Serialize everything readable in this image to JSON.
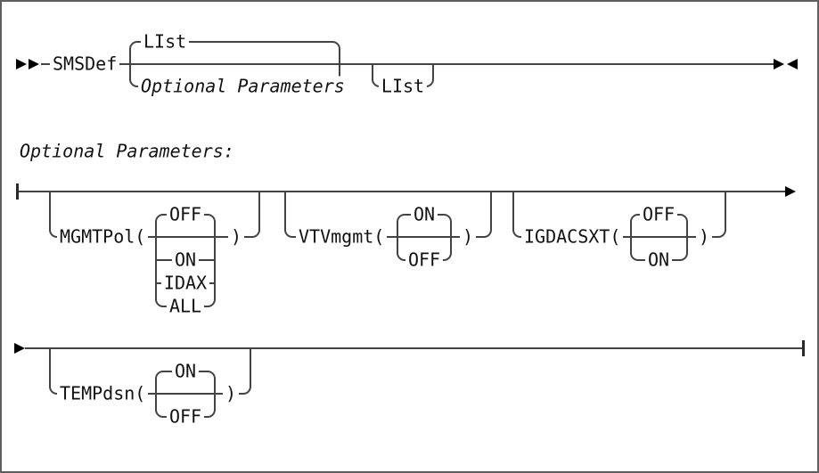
{
  "diagram": {
    "start_keyword": "SMSDef",
    "main_rule": {
      "default_choice": "LIst",
      "alternative_choice": "Optional Parameters",
      "trailing_optional": "LIst"
    },
    "fragment_heading": "Optional Parameters:",
    "close_paren": ")",
    "parameters": [
      {
        "name": "MGMTPol",
        "label": "MGMTPol(",
        "default_option": "OFF",
        "below_options": [
          "ON",
          "IDAX",
          "ALL"
        ]
      },
      {
        "name": "VTVmgmt",
        "label": "VTVmgmt(",
        "default_option": "ON",
        "below_options": [
          "OFF"
        ]
      },
      {
        "name": "IGDACSXT",
        "label": "IGDACSXT(",
        "default_option": "OFF",
        "below_options": [
          "ON"
        ]
      },
      {
        "name": "TEMPdsn",
        "label": "TEMPdsn(",
        "default_option": "ON",
        "below_options": [
          "OFF"
        ]
      }
    ]
  }
}
